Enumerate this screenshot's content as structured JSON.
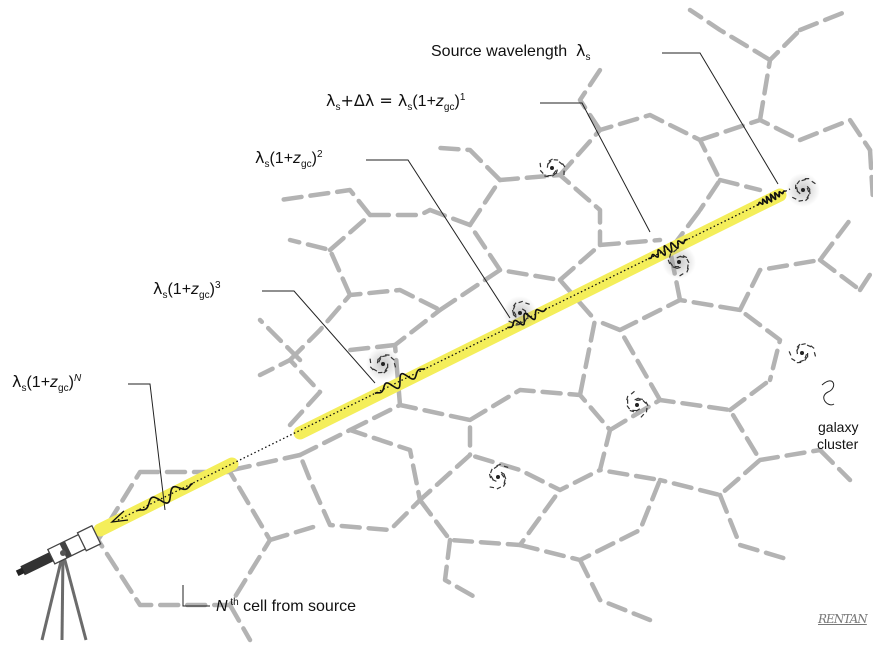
{
  "labels": {
    "source_prefix": "Source wavelength",
    "lambda": "λ",
    "sub_s": "s",
    "sub_gc": "gc",
    "plus_delta": "+Δλ = ",
    "paren_open": "(1+",
    "z": "z",
    "paren_close": ")",
    "exp1": "1",
    "exp2": "2",
    "exp3": "3",
    "expN": "N",
    "cell_N": "N",
    "cell_th": " th",
    "cell_rest": " cell from source",
    "cluster_line1": "galaxy",
    "cluster_line2": "cluster",
    "signature": "RENTAN"
  },
  "colors": {
    "web": "#b3b3b3",
    "beam": "#f4ee5a",
    "ink": "#111111",
    "leader": "#222222"
  },
  "icons": {
    "observer": "telescope-icon",
    "cluster": "galaxy-cluster-icon",
    "wave": "wave-packet-icon"
  }
}
